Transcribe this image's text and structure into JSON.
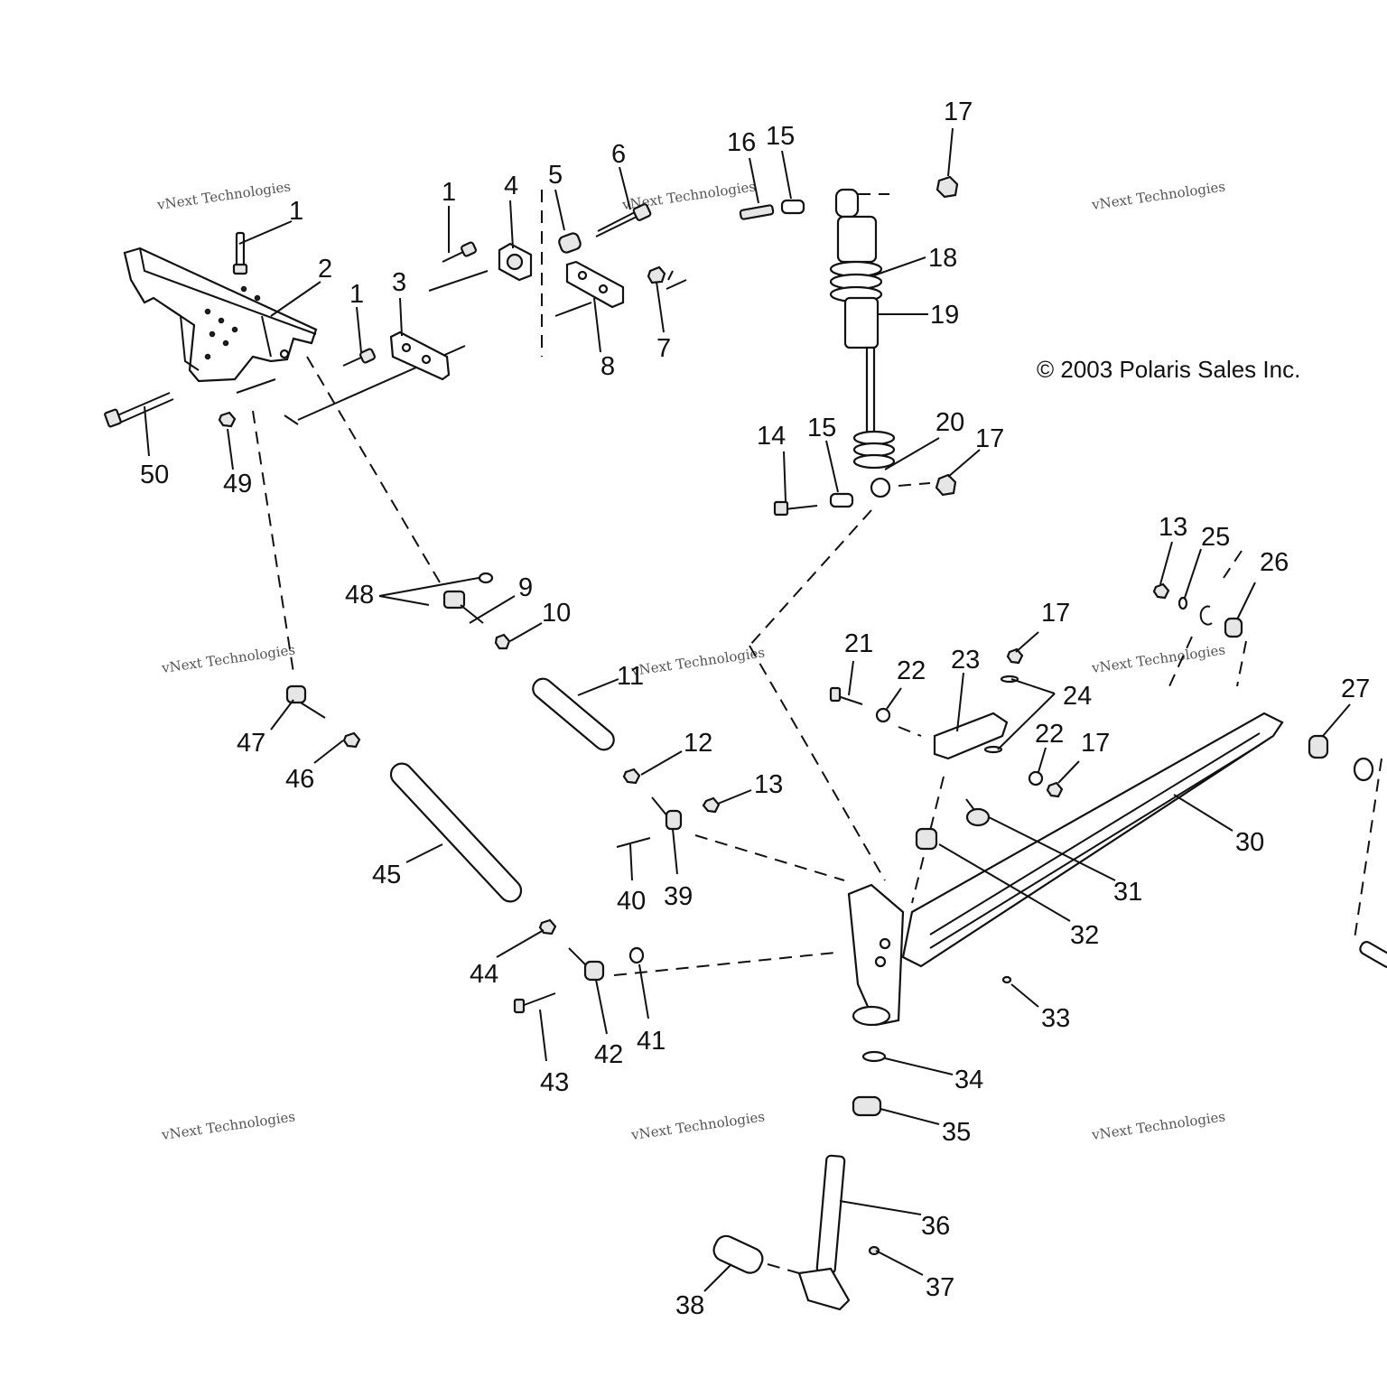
{
  "copyright": "© 2003 Polaris Sales Inc.",
  "watermark": {
    "line1": "vNext Technologies",
    "line2": "vNext\nTechnologies"
  },
  "labels": {
    "l1a": "1",
    "l1b": "1",
    "l1c": "1",
    "l2": "2",
    "l3": "3",
    "l4": "4",
    "l5": "5",
    "l6": "6",
    "l7": "7",
    "l8": "8",
    "l9": "9",
    "l10": "10",
    "l11": "11",
    "l12": "12",
    "l13a": "13",
    "l13b": "13",
    "l14": "14",
    "l15a": "15",
    "l15b": "15",
    "l16": "16",
    "l17a": "17",
    "l17b": "17",
    "l17c": "17",
    "l17d": "17",
    "l18": "18",
    "l19": "19",
    "l20": "20",
    "l21": "21",
    "l22a": "22",
    "l22b": "22",
    "l23": "23",
    "l24": "24",
    "l25": "25",
    "l26": "26",
    "l27": "27",
    "l30": "30",
    "l31": "31",
    "l32": "32",
    "l33": "33",
    "l34": "34",
    "l35": "35",
    "l36": "36",
    "l37": "37",
    "l38": "38",
    "l39": "39",
    "l40": "40",
    "l41": "41",
    "l42": "42",
    "l43": "43",
    "l44": "44",
    "l45": "45",
    "l46": "46",
    "l47": "47",
    "l48": "48",
    "l49": "49",
    "l50": "50"
  }
}
